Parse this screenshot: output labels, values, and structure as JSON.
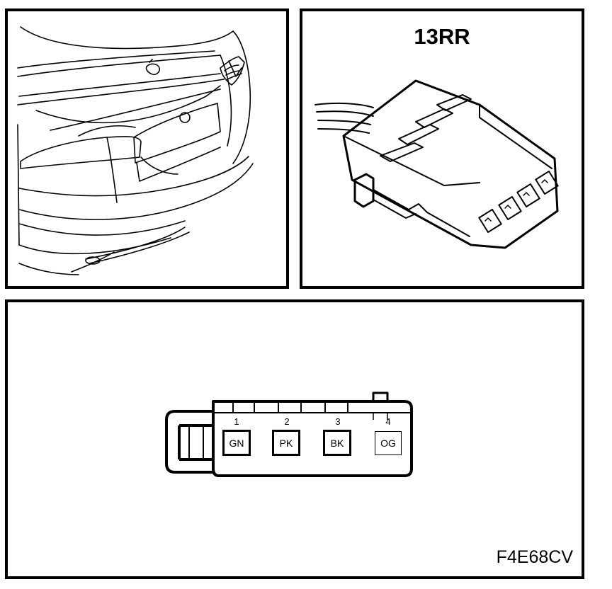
{
  "connector": {
    "id": "13RR",
    "figure_code": "F4E68CV",
    "pins": [
      {
        "number": "1",
        "color": "GN"
      },
      {
        "number": "2",
        "color": "PK"
      },
      {
        "number": "3",
        "color": "BK"
      },
      {
        "number": "4",
        "color": "OG"
      }
    ]
  }
}
